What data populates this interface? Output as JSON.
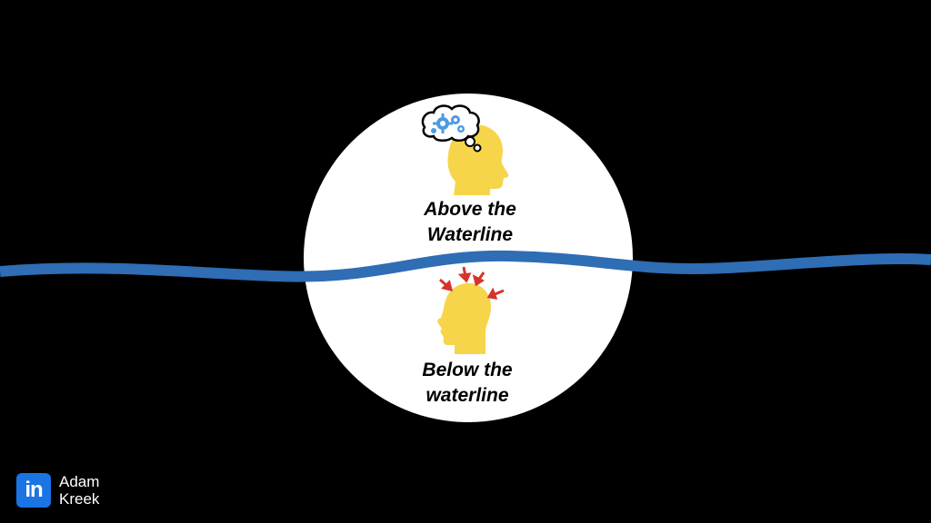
{
  "top_label": {
    "line1": "Above the",
    "line2": "Waterline"
  },
  "bottom_label": {
    "line1": "Below the",
    "line2": "waterline"
  },
  "brand": {
    "logo_text": "in",
    "name_line1": "Adam",
    "name_line2": "Kreek"
  },
  "icons": {
    "top": "thinking-head-with-gears-icon",
    "bottom": "stressed-head-with-arrows-icon",
    "brand": "linkedin-icon"
  },
  "colors": {
    "background": "#000000",
    "circle": "#ffffff",
    "waterline": "#2f6db5",
    "head": "#f7d54a",
    "gear": "#4a9be3",
    "arrow": "#d6342b",
    "linkedin": "#1a74e4"
  }
}
